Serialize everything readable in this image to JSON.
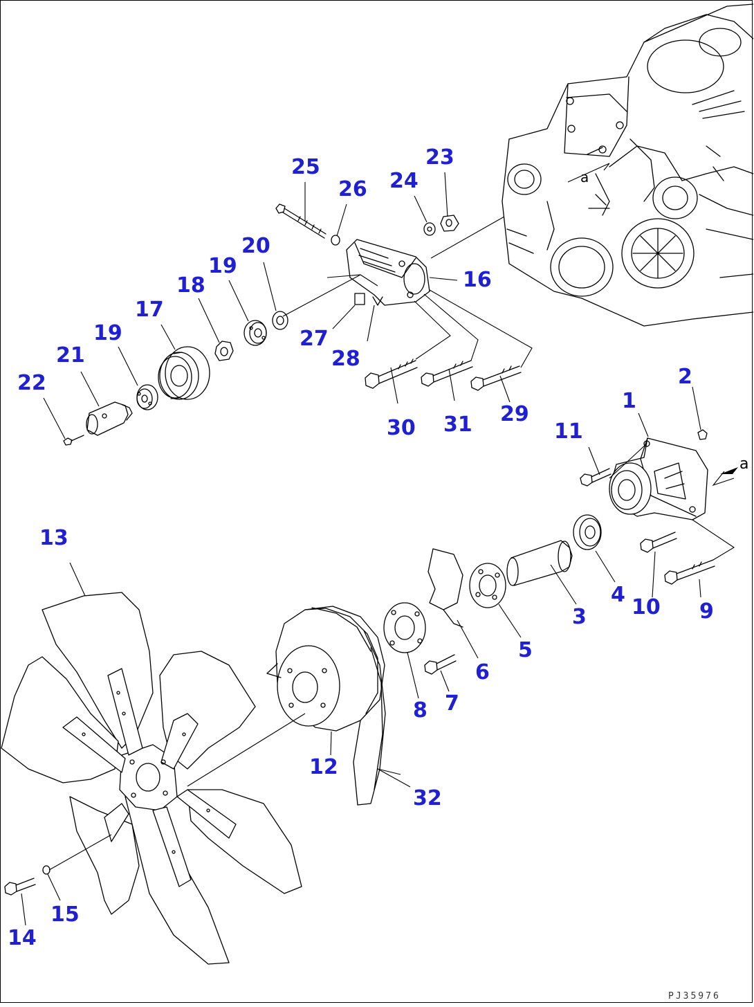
{
  "diagram": {
    "labels": [
      {
        "id": "1",
        "text": "1"
      },
      {
        "id": "2",
        "text": "2"
      },
      {
        "id": "3",
        "text": "3"
      },
      {
        "id": "4",
        "text": "4"
      },
      {
        "id": "5",
        "text": "5"
      },
      {
        "id": "6",
        "text": "6"
      },
      {
        "id": "7",
        "text": "7"
      },
      {
        "id": "8",
        "text": "8"
      },
      {
        "id": "9",
        "text": "9"
      },
      {
        "id": "10",
        "text": "10"
      },
      {
        "id": "11",
        "text": "11"
      },
      {
        "id": "12",
        "text": "12"
      },
      {
        "id": "13",
        "text": "13"
      },
      {
        "id": "14",
        "text": "14"
      },
      {
        "id": "15",
        "text": "15"
      },
      {
        "id": "16",
        "text": "16"
      },
      {
        "id": "17",
        "text": "17"
      },
      {
        "id": "18",
        "text": "18"
      },
      {
        "id": "19a",
        "text": "19"
      },
      {
        "id": "19b",
        "text": "19"
      },
      {
        "id": "20",
        "text": "20"
      },
      {
        "id": "21",
        "text": "21"
      },
      {
        "id": "22",
        "text": "22"
      },
      {
        "id": "23",
        "text": "23"
      },
      {
        "id": "24",
        "text": "24"
      },
      {
        "id": "25",
        "text": "25"
      },
      {
        "id": "26",
        "text": "26"
      },
      {
        "id": "27",
        "text": "27"
      },
      {
        "id": "28",
        "text": "28"
      },
      {
        "id": "29",
        "text": "29"
      },
      {
        "id": "30",
        "text": "30"
      },
      {
        "id": "31",
        "text": "31"
      },
      {
        "id": "32",
        "text": "32"
      }
    ],
    "ref_mark_upper": "a",
    "ref_mark_right": "a",
    "doc_number": "PJ35976"
  },
  "colors": {
    "label": "#1f1fd6",
    "line": "#000000",
    "background": "#ffffff"
  }
}
